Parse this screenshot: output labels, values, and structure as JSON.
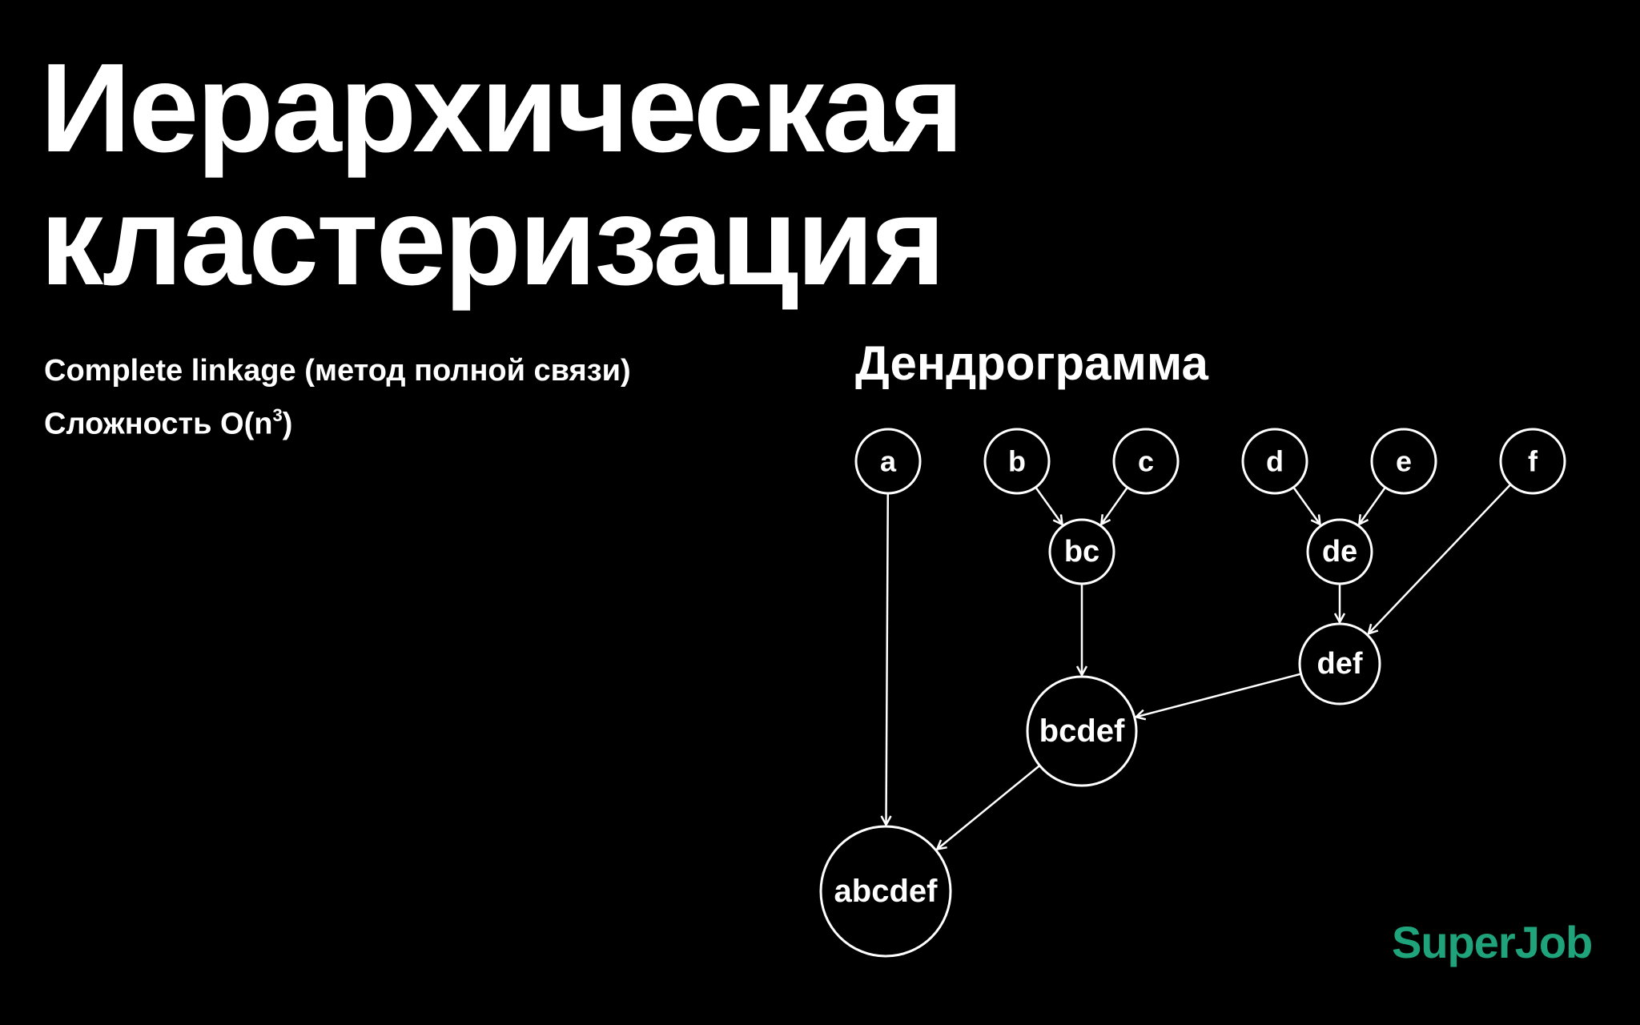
{
  "slide": {
    "title_line1": "Иерархическая",
    "title_line2": "кластеризация",
    "bullet1": "Complete linkage (метод полной связи)",
    "bullet2_prefix": "Сложность O(n",
    "bullet2_sup": "3",
    "bullet2_suffix": ")"
  },
  "diagram": {
    "title": "Дендрограмма",
    "nodes": [
      {
        "id": "a",
        "label": "a"
      },
      {
        "id": "b",
        "label": "b"
      },
      {
        "id": "c",
        "label": "c"
      },
      {
        "id": "d",
        "label": "d"
      },
      {
        "id": "e",
        "label": "e"
      },
      {
        "id": "f",
        "label": "f"
      },
      {
        "id": "bc",
        "label": "bc"
      },
      {
        "id": "de",
        "label": "de"
      },
      {
        "id": "def",
        "label": "def"
      },
      {
        "id": "bcdef",
        "label": "bcdef"
      },
      {
        "id": "abcdef",
        "label": "abcdef"
      }
    ],
    "edges": [
      {
        "from": "b",
        "to": "bc"
      },
      {
        "from": "c",
        "to": "bc"
      },
      {
        "from": "d",
        "to": "de"
      },
      {
        "from": "e",
        "to": "de"
      },
      {
        "from": "de",
        "to": "def"
      },
      {
        "from": "f",
        "to": "def"
      },
      {
        "from": "bc",
        "to": "bcdef"
      },
      {
        "from": "def",
        "to": "bcdef"
      },
      {
        "from": "a",
        "to": "abcdef"
      },
      {
        "from": "bcdef",
        "to": "abcdef"
      }
    ]
  },
  "brand": {
    "logo_text": "SuperJob",
    "logo_color": "#1fa37a"
  },
  "colors": {
    "background": "#000000",
    "foreground": "#ffffff"
  }
}
